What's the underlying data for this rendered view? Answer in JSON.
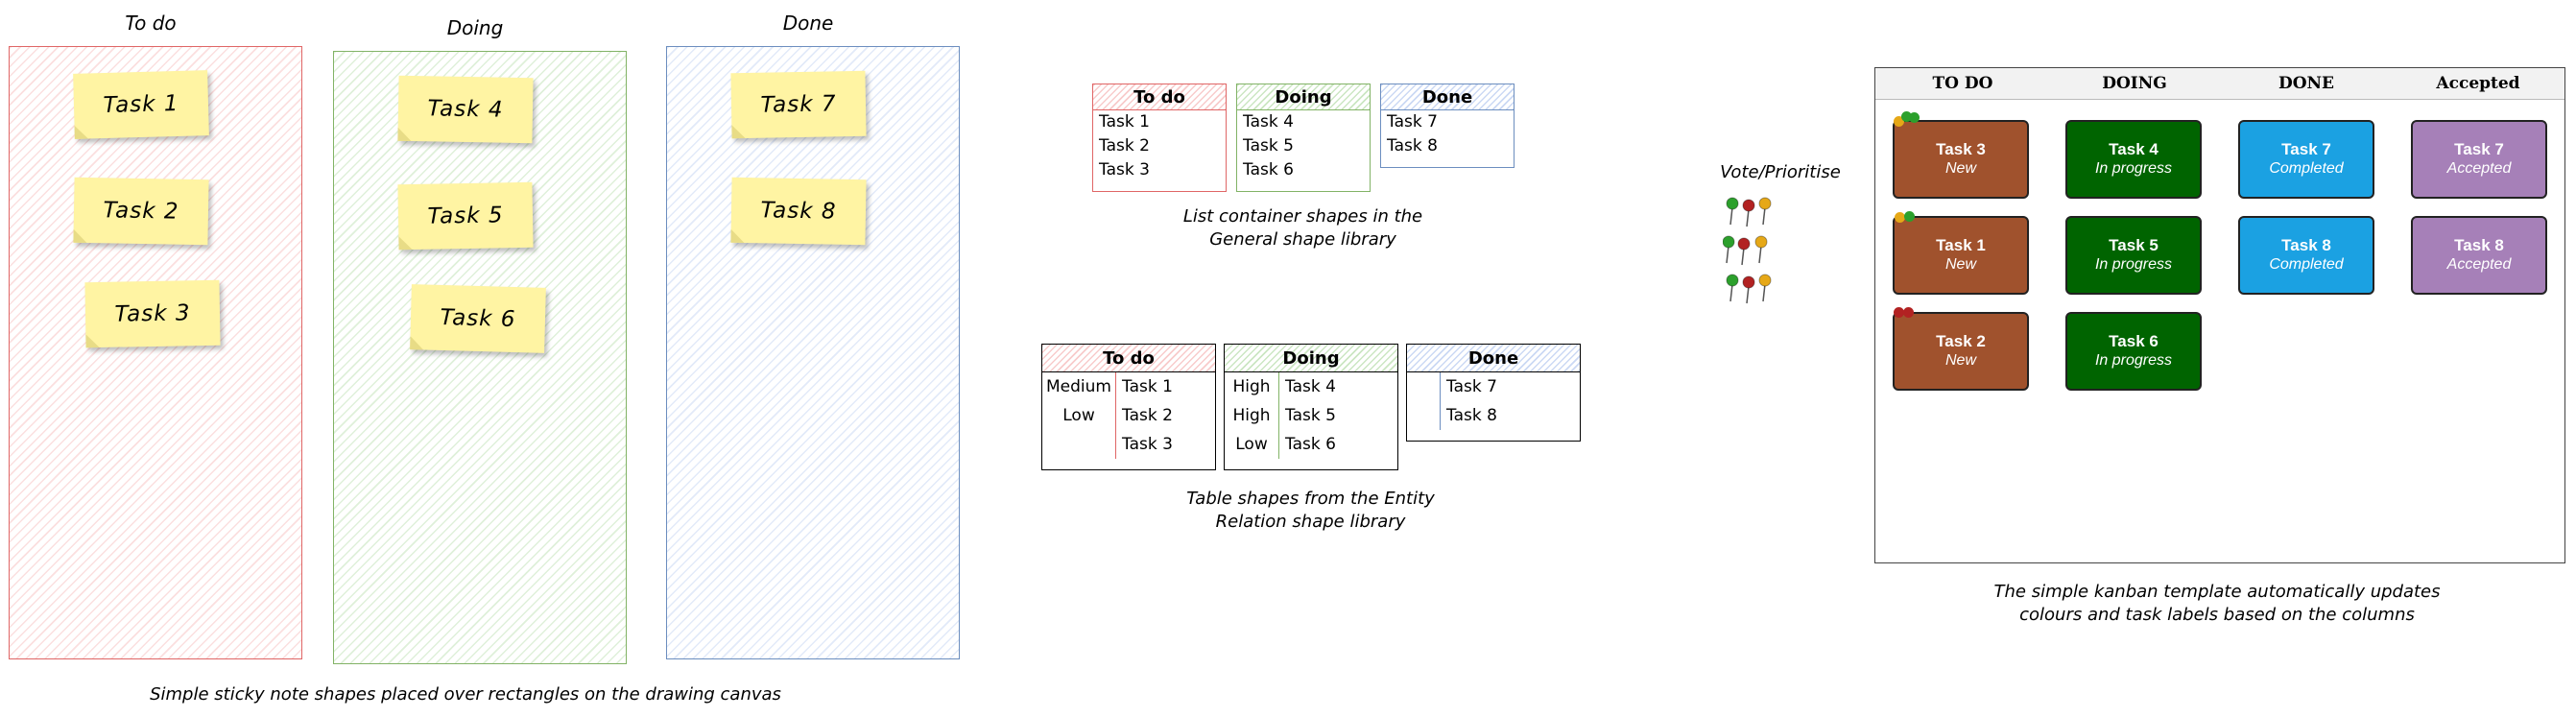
{
  "sticky_board": {
    "columns": [
      {
        "title": "To do",
        "tasks": [
          "Task 1",
          "Task 2",
          "Task 3"
        ]
      },
      {
        "title": "Doing",
        "tasks": [
          "Task 4",
          "Task 5",
          "Task 6"
        ]
      },
      {
        "title": "Done",
        "tasks": [
          "Task 7",
          "Task 8"
        ]
      }
    ],
    "caption": "Simple sticky note shapes placed over rectangles on the drawing canvas"
  },
  "list_containers": {
    "lists": [
      {
        "title": "To do",
        "items": [
          "Task 1",
          "Task 2",
          "Task 3"
        ]
      },
      {
        "title": "Doing",
        "items": [
          "Task 4",
          "Task 5",
          "Task 6"
        ]
      },
      {
        "title": "Done",
        "items": [
          "Task 7",
          "Task 8"
        ]
      }
    ],
    "caption_line1": "List container shapes in the",
    "caption_line2": "General shape library"
  },
  "table_shapes": {
    "tables": [
      {
        "title": "To do",
        "rows": [
          [
            "Medium",
            "Task 1"
          ],
          [
            "Low",
            "Task 2"
          ],
          [
            "",
            "Task 3"
          ]
        ]
      },
      {
        "title": "Doing",
        "rows": [
          [
            "High",
            "Task 4"
          ],
          [
            "High",
            "Task 5"
          ],
          [
            "Low",
            "Task 6"
          ]
        ]
      },
      {
        "title": "Done",
        "rows": [
          [
            "",
            "Task 7"
          ],
          [
            "",
            "Task 8"
          ]
        ]
      }
    ],
    "caption_line1": "Table shapes from the Entity",
    "caption_line2": "Relation shape library"
  },
  "vote": {
    "label": "Vote/Prioritise",
    "pin_colors": [
      "#2ca02c",
      "#b22222",
      "#e6a817"
    ]
  },
  "kanban_template": {
    "columns": [
      "TO DO",
      "DOING",
      "DONE",
      "Accepted"
    ],
    "cards": {
      "t3": {
        "title": "Task 3",
        "status": "New"
      },
      "t1": {
        "title": "Task 1",
        "status": "New"
      },
      "t2": {
        "title": "Task 2",
        "status": "New"
      },
      "t4": {
        "title": "Task 4",
        "status": "In progress"
      },
      "t5": {
        "title": "Task 5",
        "status": "In progress"
      },
      "t6": {
        "title": "Task 6",
        "status": "In progress"
      },
      "t7": {
        "title": "Task 7",
        "status": "Completed"
      },
      "t8": {
        "title": "Task 8",
        "status": "Completed"
      },
      "t7a": {
        "title": "Task 7",
        "status": "Accepted"
      },
      "t8a": {
        "title": "Task 8",
        "status": "Accepted"
      }
    },
    "colors": {
      "todo": "#a0522d",
      "doing": "#006400",
      "done": "#1ba1e2",
      "accepted": "#a680b8"
    },
    "caption_line1": "The simple kanban template automatically updates",
    "caption_line2": "colours and task labels based on the columns"
  }
}
